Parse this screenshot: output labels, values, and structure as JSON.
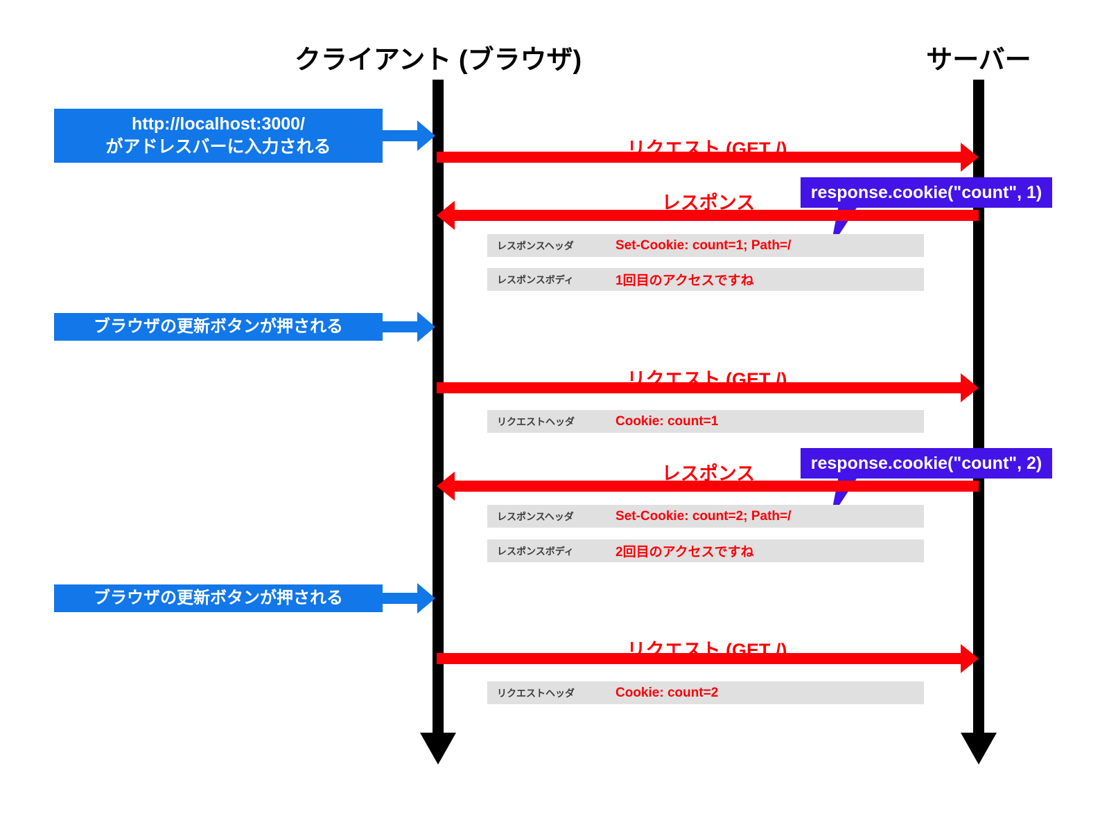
{
  "diagram": {
    "title_client": "クライアント (ブラウザ)",
    "title_server": "サーバー",
    "colors": {
      "blue": "#1277e8",
      "red": "#fb0007",
      "purple": "#4313e8",
      "gray_row": "#e0e0e0",
      "black": "#000000"
    }
  },
  "actions": [
    {
      "id": "address-bar",
      "line1": "http://localhost:3000/",
      "line2": "がアドレスバーに入力される"
    },
    {
      "id": "refresh-1",
      "line1": "ブラウザの更新ボタンが押される",
      "line2": ""
    },
    {
      "id": "refresh-2",
      "line1": "ブラウザの更新ボタンが押される",
      "line2": ""
    }
  ],
  "messages": [
    {
      "id": "request-1",
      "label": "リクエスト (GET /)",
      "direction": "right"
    },
    {
      "id": "response-1",
      "label": "レスポンス",
      "direction": "left"
    },
    {
      "id": "request-2",
      "label": "リクエスト (GET /)",
      "direction": "right"
    },
    {
      "id": "response-2",
      "label": "レスポンス",
      "direction": "left"
    },
    {
      "id": "request-3",
      "label": "リクエスト (GET /)",
      "direction": "right"
    }
  ],
  "detail_rows": [
    {
      "id": "resp-header-1",
      "key": "レスポンスヘッダ",
      "value": "Set-Cookie: count=1; Path=/"
    },
    {
      "id": "resp-body-1",
      "key": "レスポンスボディ",
      "value": "1回目のアクセスですね"
    },
    {
      "id": "req-header-2",
      "key": "リクエストヘッダ",
      "value": "Cookie: count=1"
    },
    {
      "id": "resp-header-2",
      "key": "レスポンスヘッダ",
      "value": "Set-Cookie: count=2; Path=/"
    },
    {
      "id": "resp-body-2",
      "key": "レスポンスボディ",
      "value": "2回目のアクセスですね"
    },
    {
      "id": "req-header-3",
      "key": "リクエストヘッダ",
      "value": "Cookie: count=2"
    }
  ],
  "callouts": [
    {
      "id": "cookie-call-1",
      "text": "response.cookie(\"count\", 1)"
    },
    {
      "id": "cookie-call-2",
      "text": "response.cookie(\"count\", 2)"
    }
  ]
}
